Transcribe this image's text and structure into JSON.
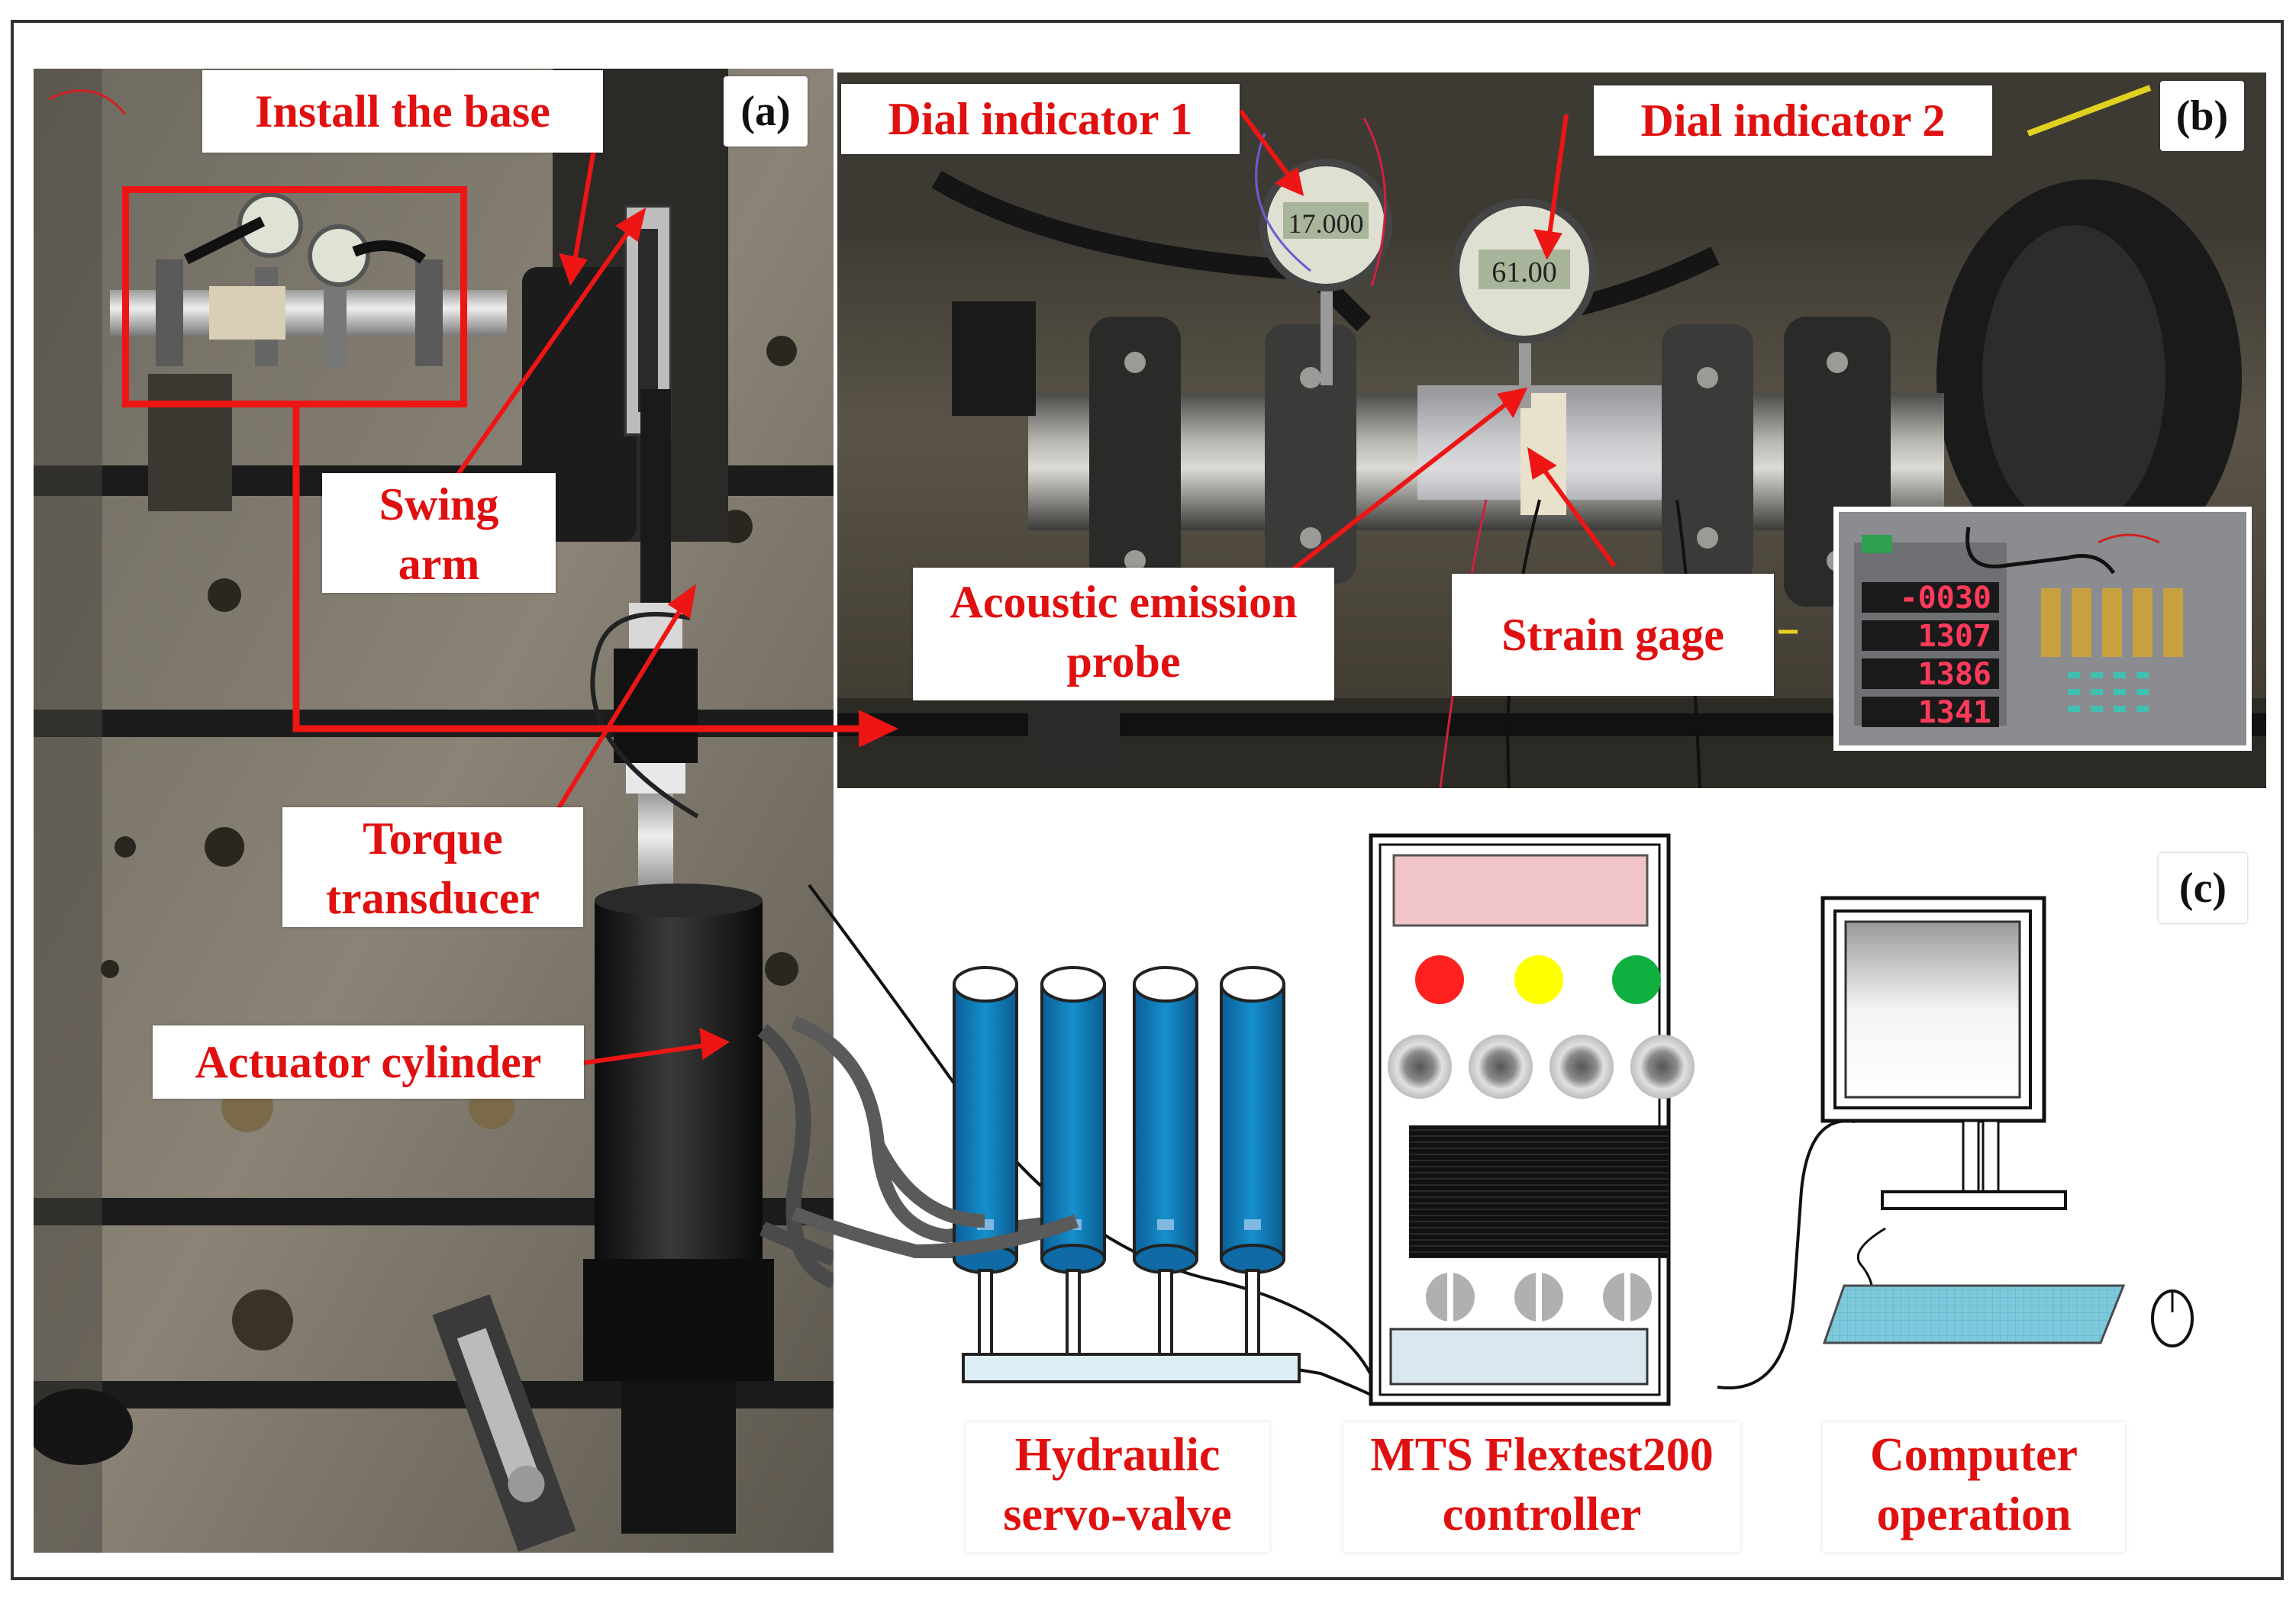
{
  "panels": {
    "a": {
      "tag": "(a)"
    },
    "b": {
      "tag": "(b)"
    },
    "c": {
      "tag": "(c)"
    }
  },
  "labels_a": {
    "install_base": "Install the base",
    "swing_arm": [
      "Swing",
      "arm"
    ],
    "torque_transducer": [
      "Torque",
      "transducer"
    ],
    "actuator_cylinder": "Actuator cylinder"
  },
  "labels_b": {
    "dial_1": "Dial indicator 1",
    "dial_2": "Dial indicator 2",
    "acoustic": [
      "Acoustic emission",
      "probe"
    ],
    "strain": "Strain gage",
    "dial_1_reading": "17.000",
    "dial_2_reading": "61.00",
    "display_readings": [
      "-0030",
      "1307",
      "1386",
      "1341"
    ]
  },
  "labels_c": {
    "hydraulic": [
      "Hydraulic",
      "servo-valve"
    ],
    "controller": [
      "MTS Flextest200",
      "controller"
    ],
    "computer": [
      "Computer",
      "operation"
    ]
  },
  "colors": {
    "label_red": "#e01010",
    "cylinder_blue": "#1380c0",
    "light_red": "#ff2020",
    "light_yellow": "#ffff00",
    "light_green": "#10b040"
  }
}
